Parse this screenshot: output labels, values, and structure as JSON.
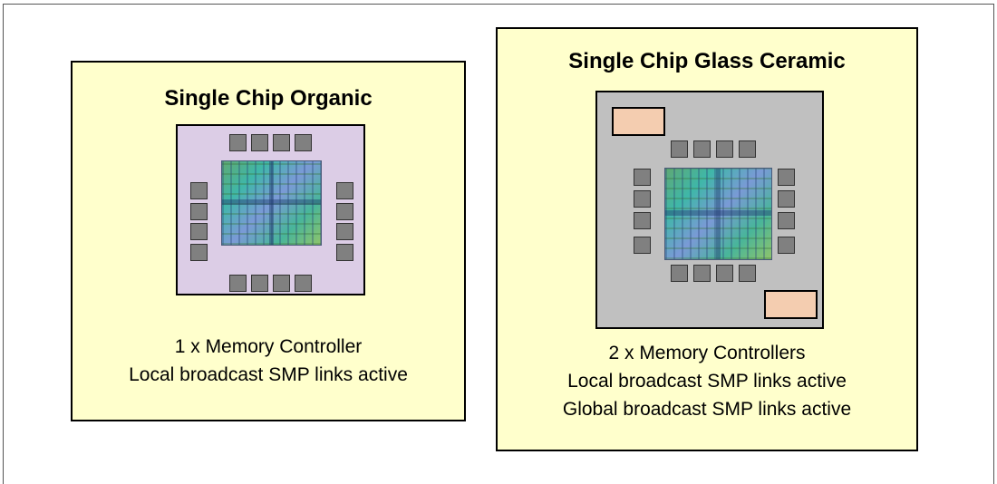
{
  "panels": [
    {
      "title": "Single Chip Organic",
      "captions": [
        "1 x Memory Controller",
        "Local broadcast SMP links active"
      ],
      "package_color": "#dccde6"
    },
    {
      "title": "Single Chip Glass Ceramic",
      "captions": [
        "2 x Memory Controllers",
        "Local broadcast SMP links active",
        "Global broadcast SMP links active"
      ],
      "package_color": "#c0c0c0",
      "memory_controller_color": "#f4cdb0"
    }
  ],
  "panel_background": "#ffffcc"
}
